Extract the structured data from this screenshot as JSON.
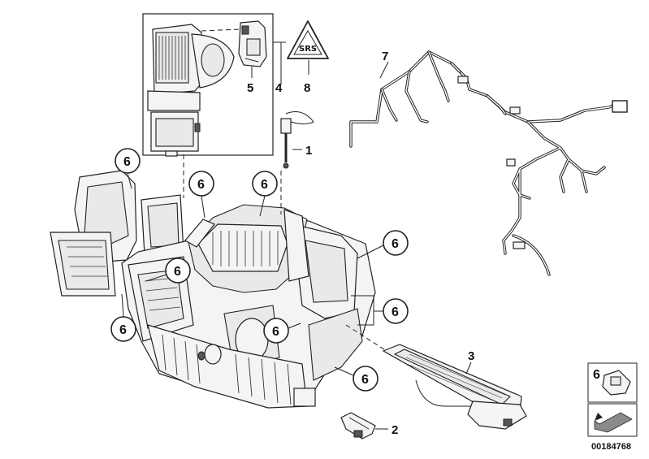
{
  "diagram": {
    "part_labels": {
      "p1": "1",
      "p2": "2",
      "p3": "3",
      "p4": "4",
      "p5": "5",
      "p7": "7",
      "p8": "8"
    },
    "callout_label": "6",
    "callouts": [
      {
        "id": "c1",
        "label": "6"
      },
      {
        "id": "c2",
        "label": "6"
      },
      {
        "id": "c3",
        "label": "6"
      },
      {
        "id": "c4",
        "label": "6"
      },
      {
        "id": "c5",
        "label": "6"
      },
      {
        "id": "c6",
        "label": "6"
      },
      {
        "id": "c7",
        "label": "6"
      },
      {
        "id": "c8",
        "label": "6"
      },
      {
        "id": "c9",
        "label": "6"
      }
    ],
    "legend_label": "6",
    "reference_number": "00184768",
    "warning_symbol_text": "SRS"
  }
}
